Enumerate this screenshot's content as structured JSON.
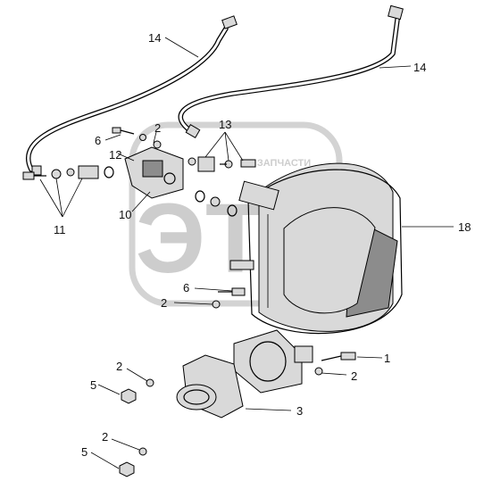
{
  "watermark": {
    "brand_letters": "ЭТП",
    "brand_text": "ЗАПЧАСТИ"
  },
  "callouts": [
    {
      "id": "c14a",
      "text": "14"
    },
    {
      "id": "c14b",
      "text": "14"
    },
    {
      "id": "c6a",
      "text": "6"
    },
    {
      "id": "c2a",
      "text": "2"
    },
    {
      "id": "c13",
      "text": "13"
    },
    {
      "id": "c12",
      "text": "12"
    },
    {
      "id": "c10",
      "text": "10"
    },
    {
      "id": "c11",
      "text": "11"
    },
    {
      "id": "c18",
      "text": "18"
    },
    {
      "id": "c6b",
      "text": "6"
    },
    {
      "id": "c2b",
      "text": "2"
    },
    {
      "id": "c1",
      "text": "1"
    },
    {
      "id": "c2c",
      "text": "2"
    },
    {
      "id": "c2d",
      "text": "2"
    },
    {
      "id": "c5a",
      "text": "5"
    },
    {
      "id": "c3",
      "text": "3"
    },
    {
      "id": "c2e",
      "text": "2"
    },
    {
      "id": "c5b",
      "text": "5"
    }
  ]
}
